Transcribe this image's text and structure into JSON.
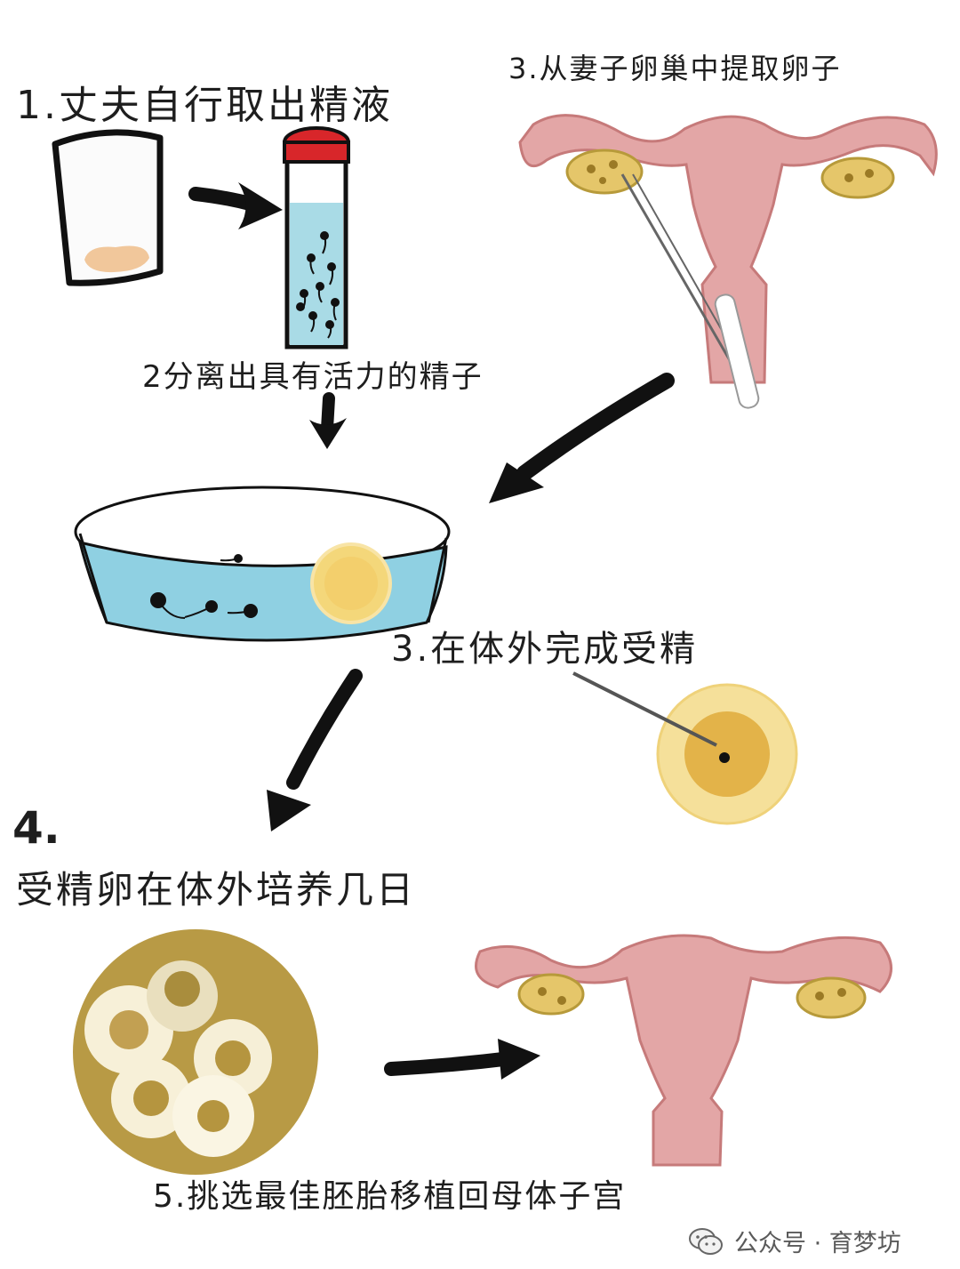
{
  "steps": {
    "step1": "1.丈夫自行取出精液",
    "step2": "2分离出具有活力的精子",
    "step3a": "3.从妻子卵巢中提取卵子",
    "step3b": "3.在体外完成受精",
    "step4_number": "4.",
    "step4": "受精卵在体外培养几日",
    "step5": "5.挑选最佳胚胎移植回母体子宫"
  },
  "watermark": {
    "text": "公众号 · 育梦坊",
    "icon": "wechat-icon"
  },
  "colors": {
    "ink": "#1a1a1a",
    "water": "#a9dbe6",
    "uterus": "#e3a6a6",
    "ovary": "#e5c66a",
    "egg": "#e9c870",
    "embryo_ring": "#b89a45",
    "cap": "#d8262a"
  },
  "icons": [
    "cup-icon",
    "test-tube-icon",
    "petri-dish-icon",
    "uterus-icon",
    "egg-icon",
    "embryo-icon",
    "arrow-icon"
  ]
}
